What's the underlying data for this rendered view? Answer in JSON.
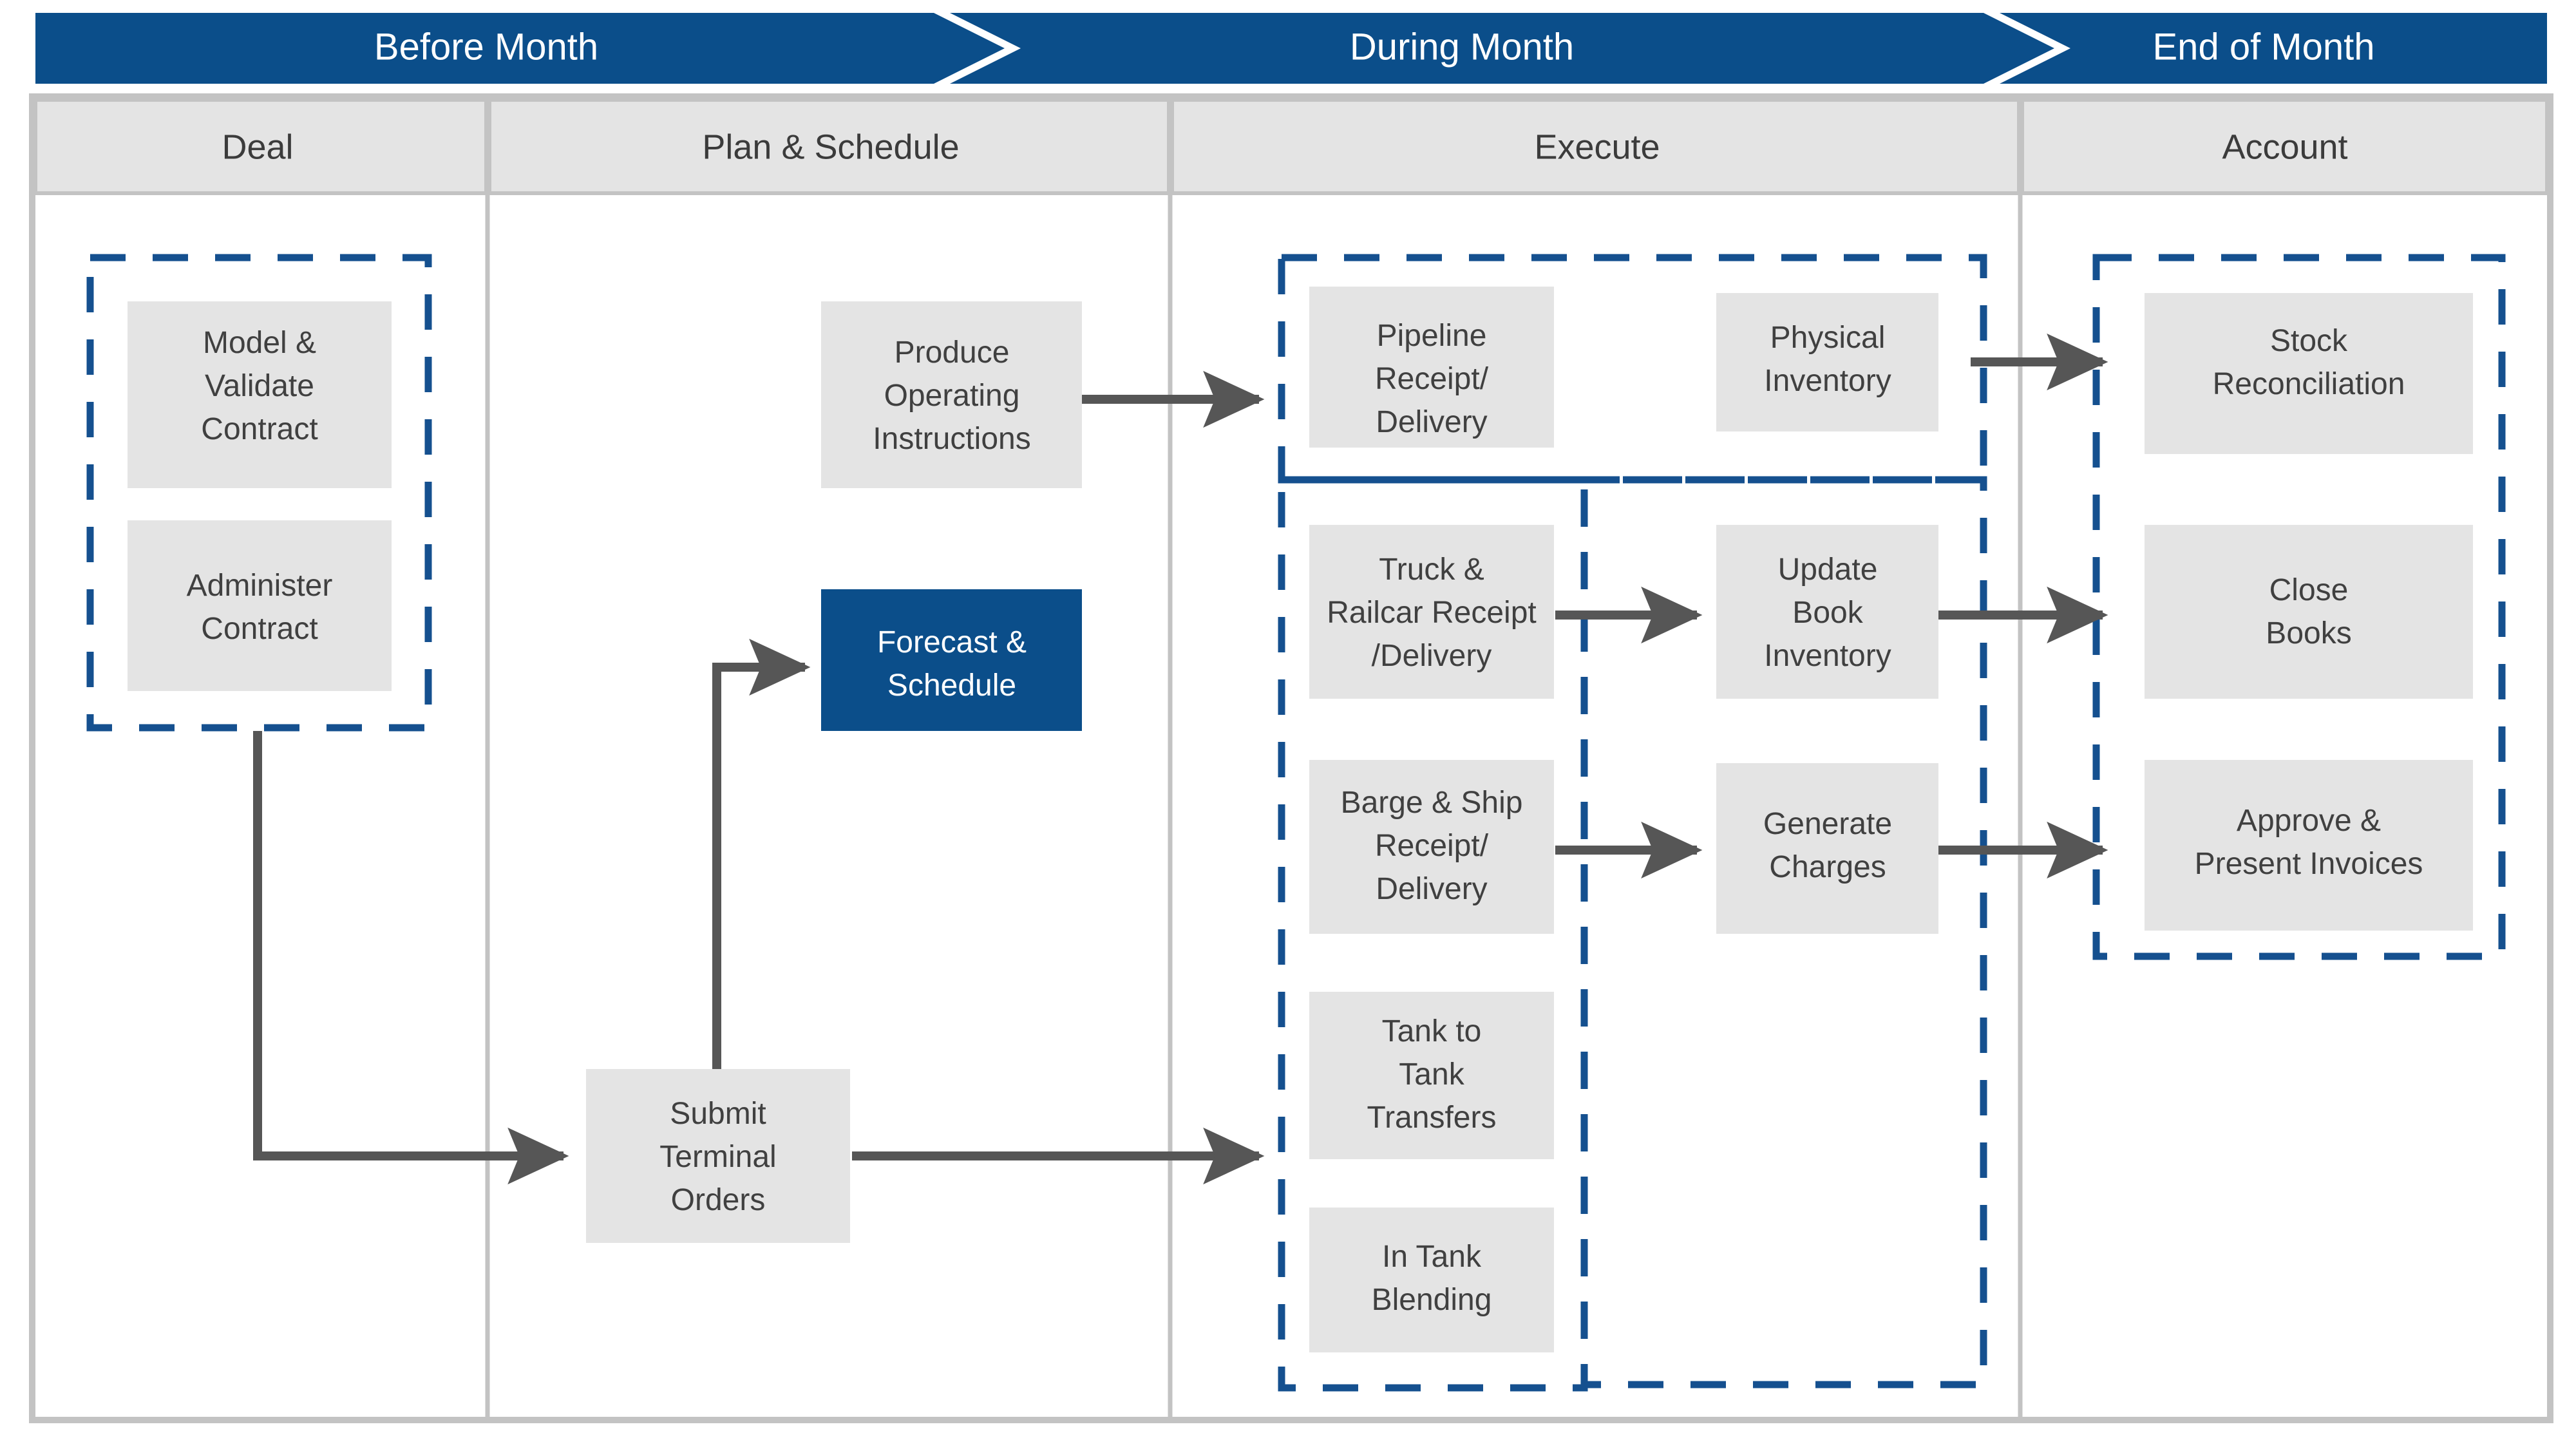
{
  "colors": {
    "brand_blue": "#0B4E8A",
    "dashed_blue": "#15508F",
    "node_fill": "#E4E4E4",
    "node_blue_fill": "#0B4E8A",
    "arrow_gray": "#565656",
    "frame_gray": "#C3C3C3",
    "header_band_fill": "#E4E4E4",
    "text_dark": "#404040",
    "text_light": "#FFFFFF"
  },
  "phases": [
    {
      "id": "before-month",
      "label": "Before Month"
    },
    {
      "id": "during-month",
      "label": "During Month"
    },
    {
      "id": "end-of-month",
      "label": "End of Month"
    }
  ],
  "stages": [
    {
      "id": "deal",
      "label": "Deal"
    },
    {
      "id": "plan-schedule",
      "label": "Plan & Schedule"
    },
    {
      "id": "execute",
      "label": "Execute"
    },
    {
      "id": "account",
      "label": "Account"
    }
  ],
  "nodes": {
    "model_validate_contract": {
      "lines": [
        "Model &",
        "Validate",
        "Contract"
      ],
      "style": "gray"
    },
    "administer_contract": {
      "lines": [
        "Administer",
        "Contract"
      ],
      "style": "gray"
    },
    "produce_operating_instructions": {
      "lines": [
        "Produce",
        "Operating",
        "Instructions"
      ],
      "style": "gray"
    },
    "forecast_schedule": {
      "lines": [
        "Forecast &",
        "Schedule"
      ],
      "style": "blue"
    },
    "submit_terminal_orders": {
      "lines": [
        "Submit",
        "Terminal",
        "Orders"
      ],
      "style": "gray"
    },
    "pipeline_receipt_delivery": {
      "lines": [
        "Pipeline",
        "Receipt/",
        "Delivery"
      ],
      "style": "gray"
    },
    "truck_railcar_receipt_delivery": {
      "lines": [
        "Truck &",
        "Railcar Receipt",
        "/Delivery"
      ],
      "style": "gray"
    },
    "barge_ship_receipt_delivery": {
      "lines": [
        "Barge & Ship",
        "Receipt/",
        "Delivery"
      ],
      "style": "gray"
    },
    "tank_to_tank_transfers": {
      "lines": [
        "Tank to",
        "Tank",
        "Transfers"
      ],
      "style": "gray"
    },
    "in_tank_blending": {
      "lines": [
        "In Tank",
        "Blending"
      ],
      "style": "gray"
    },
    "physical_inventory": {
      "lines": [
        "Physical",
        "Inventory"
      ],
      "style": "gray"
    },
    "update_book_inventory": {
      "lines": [
        "Update",
        "Book",
        "Inventory"
      ],
      "style": "gray"
    },
    "generate_charges": {
      "lines": [
        "Generate",
        "Charges"
      ],
      "style": "gray"
    },
    "stock_reconciliation": {
      "lines": [
        "Stock",
        "Reconciliation"
      ],
      "style": "gray"
    },
    "close_books": {
      "lines": [
        "Close",
        "Books"
      ],
      "style": "gray"
    },
    "approve_present_invoices": {
      "lines": [
        "Approve &",
        "Present Invoices"
      ],
      "style": "gray"
    }
  },
  "connections": [
    {
      "from": "produce_operating_instructions",
      "to": "pipeline_receipt_delivery"
    },
    {
      "from": "administer_contract",
      "to": "submit_terminal_orders"
    },
    {
      "from": "submit_terminal_orders",
      "to": "forecast_schedule"
    },
    {
      "from": "submit_terminal_orders",
      "to": "execute_group"
    },
    {
      "from": "truck_railcar_receipt_delivery",
      "to": "update_book_inventory"
    },
    {
      "from": "barge_ship_receipt_delivery",
      "to": "generate_charges"
    },
    {
      "from": "physical_inventory",
      "to": "stock_reconciliation"
    },
    {
      "from": "update_book_inventory",
      "to": "close_books"
    },
    {
      "from": "generate_charges",
      "to": "approve_present_invoices"
    }
  ],
  "groups": [
    {
      "id": "deal-group",
      "label": ""
    },
    {
      "id": "execute-upper-group",
      "label": ""
    },
    {
      "id": "execute-lower-group",
      "label": ""
    },
    {
      "id": "account-group",
      "label": ""
    }
  ]
}
